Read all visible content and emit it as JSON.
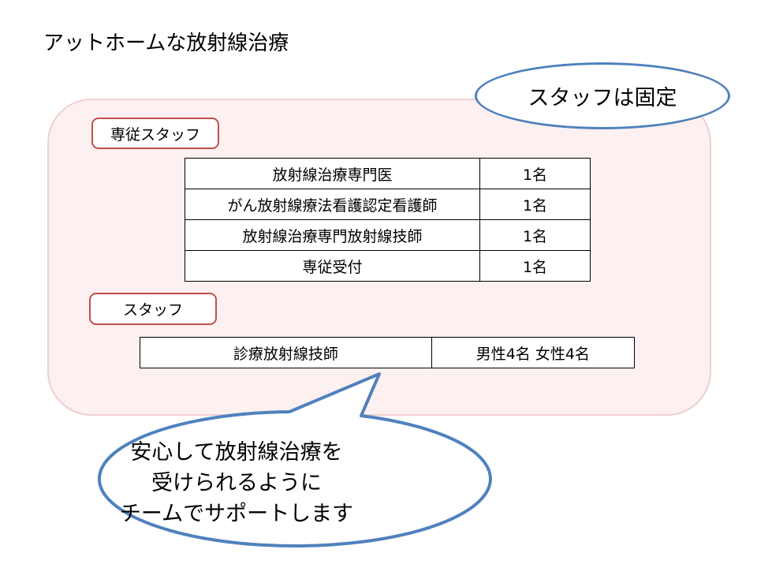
{
  "slide": {
    "title": "アットホームな放射線治療"
  },
  "callout": {
    "text": "スタッフは固定"
  },
  "dedicated": {
    "label": "専従スタッフ",
    "rows": [
      {
        "role": "放射線治療専門医",
        "count": "1名"
      },
      {
        "role": "がん放射線療法看護認定看護師",
        "count": "1名"
      },
      {
        "role": "放射線治療専門放射線技師",
        "count": "1名"
      },
      {
        "role": "専従受付",
        "count": "1名"
      }
    ]
  },
  "staff": {
    "label": "スタッフ",
    "rows": [
      {
        "role": "診療放射線技師",
        "count": "男性4名 女性4名"
      }
    ]
  },
  "speech_bubble": {
    "lines": [
      "安心して放射線治療を",
      "受けられるように",
      "チームでサポートします"
    ]
  },
  "colors": {
    "panel_fill": "#fdf0f0",
    "panel_border": "#efd0d0",
    "label_border": "#c0504d",
    "callout_border": "#4f81bd"
  }
}
